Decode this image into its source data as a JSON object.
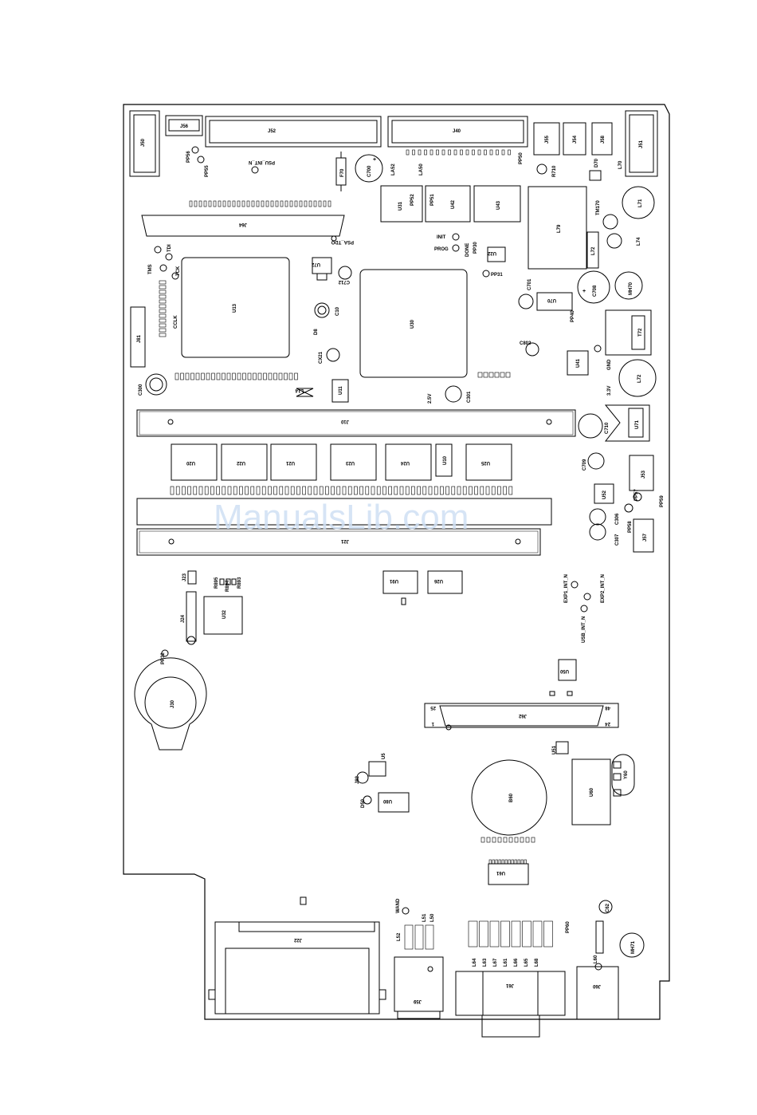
{
  "watermark": "ManualsLib.com",
  "components": {
    "J50": "J50",
    "J56": "J56",
    "J52": "J52",
    "J40": "J40",
    "J55": "J55",
    "J54": "J54",
    "J58": "J58",
    "J51": "J51",
    "PP56": "PP56",
    "PP55": "PP55",
    "PSU_INT_N": "PSU_INT_N",
    "F70": "F70",
    "C700": "C700",
    "LA52": "LA52",
    "LA50": "LA50",
    "PP50": "PP50",
    "R710": "R710",
    "D70": "D70",
    "L70_small": "L70",
    "U31": "U31",
    "PP52": "PP52",
    "PP51": "PP51",
    "U42": "U42",
    "U43": "U43",
    "L79": "L79",
    "TM170": "TM170",
    "L71": "L71",
    "J64": "J64",
    "PSA_TDO": "PSA_TDO",
    "INIT": "INIT",
    "PROG": "PROG",
    "DONE": "DONE",
    "PP30": "PP30",
    "TDI": "TDI",
    "TMS": "TMS",
    "TCK": "TCK",
    "U13": "U13",
    "U72": "U72",
    "C712": "C712",
    "U30": "U30",
    "U22": "U22",
    "PP31": "PP31",
    "C701": "C701",
    "U70": "U70",
    "C708": "C708",
    "MH70": "MH70",
    "L74": "L74",
    "L72": "L72",
    "J81": "J81",
    "CCLK": "CCLK",
    "C10": "C10",
    "D8": "D8",
    "T72": "T72",
    "C802": "C802",
    "PP40": "PP40",
    "U41": "U41",
    "GND": "GND",
    "CX21": "CX21",
    "C300": "C300",
    "L14": "L14",
    "U11": "U11",
    "V2_5": "2.5V",
    "C301": "C301",
    "V3_3": "3.3V",
    "J10": "J10",
    "C710": "C710",
    "U71": "U71",
    "U20": "U20",
    "U22b": "U22",
    "U21": "U21",
    "U23": "U23",
    "U24": "U24",
    "U10": "U10",
    "U25": "U25",
    "C709": "C709",
    "J53": "J53",
    "U52": "U52",
    "PP57": "PP57",
    "PP59": "PP59",
    "C306": "C306",
    "C307": "C307",
    "PP58": "PP58",
    "J57": "J57",
    "J21": "J21",
    "J23": "J23",
    "R895": "R895",
    "R894": "R894",
    "R893": "R893",
    "U91": "U91",
    "U26": "U26",
    "J24": "J24",
    "U32": "U32",
    "EXP1_INT_N": "EXP1_INT_N",
    "EXP2_INT_N": "EXP2_INT_N",
    "USB_INT_N": "USB_INT_N",
    "PP32": "PP32",
    "J30": "J30",
    "U50": "U50",
    "J62": "J62",
    "p25": "25",
    "p48": "48",
    "p1": "1",
    "p24": "24",
    "U51": "U51",
    "U5": "U5",
    "J82": "J82",
    "B60": "B60",
    "Y60": "Y60",
    "U60": "U60",
    "D50": "D50",
    "U80": "U80",
    "U61": "U61",
    "WAND": "WAND",
    "L52": "L52",
    "L51": "L51",
    "L50": "L50",
    "PP60": "PP60",
    "C62": "C62",
    "MH71": "MH71",
    "J22": "J22",
    "L64": "L64",
    "L63": "L63",
    "L67": "L67",
    "L61": "L61",
    "L66": "L66",
    "L65": "L65",
    "L68": "L68",
    "L60": "L60",
    "J59": "J59",
    "J61": "J61",
    "J60": "J60"
  }
}
